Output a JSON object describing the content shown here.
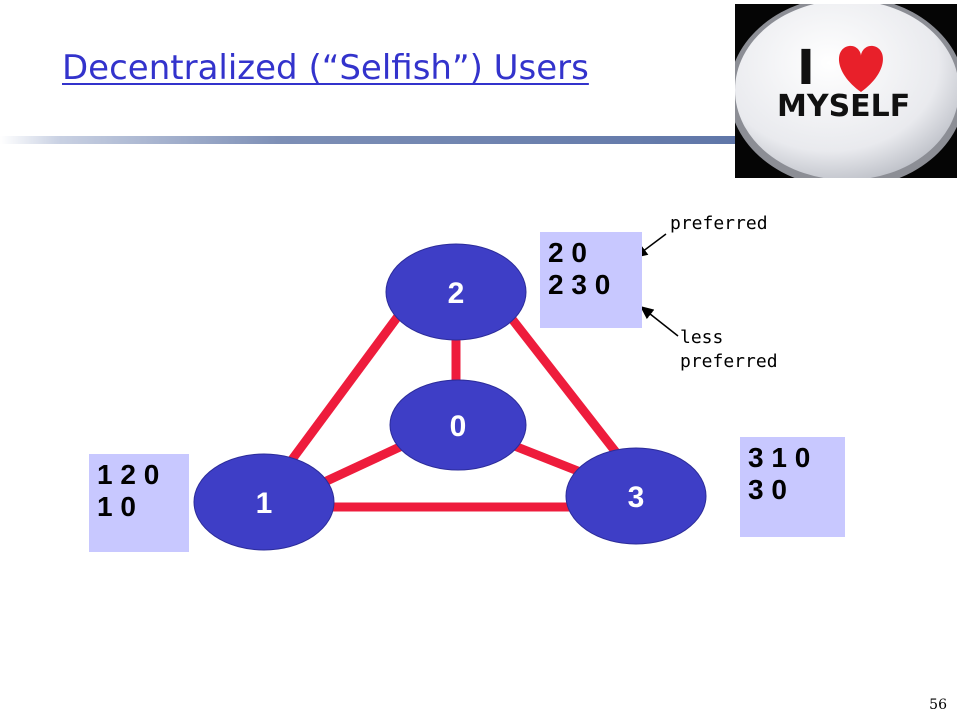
{
  "slide": {
    "title": "Decentralized (“Selfish”) Users",
    "page_number": "56"
  },
  "badge": {
    "line1": "I",
    "line2": "MYSELF",
    "heart_color": "#e8202a"
  },
  "graph": {
    "nodes": [
      {
        "id": "0",
        "label": "0"
      },
      {
        "id": "1",
        "label": "1"
      },
      {
        "id": "2",
        "label": "2"
      },
      {
        "id": "3",
        "label": "3"
      }
    ],
    "edges": [
      [
        "1",
        "2"
      ],
      [
        "2",
        "0"
      ],
      [
        "2",
        "3"
      ],
      [
        "1",
        "0"
      ],
      [
        "0",
        "3"
      ],
      [
        "1",
        "3"
      ]
    ],
    "node_color": "#3e3ec6",
    "edge_color": "#ee1c3c"
  },
  "path_lists": {
    "node2": {
      "first": "2 0",
      "second": "2 3 0"
    },
    "node1": {
      "first": "1 2 0",
      "second": "1 0"
    },
    "node3": {
      "first": "3 1 0",
      "second": "3 0"
    }
  },
  "annotations": {
    "preferred": "preferred",
    "less_preferred_line1": "less",
    "less_preferred_line2": "preferred"
  }
}
